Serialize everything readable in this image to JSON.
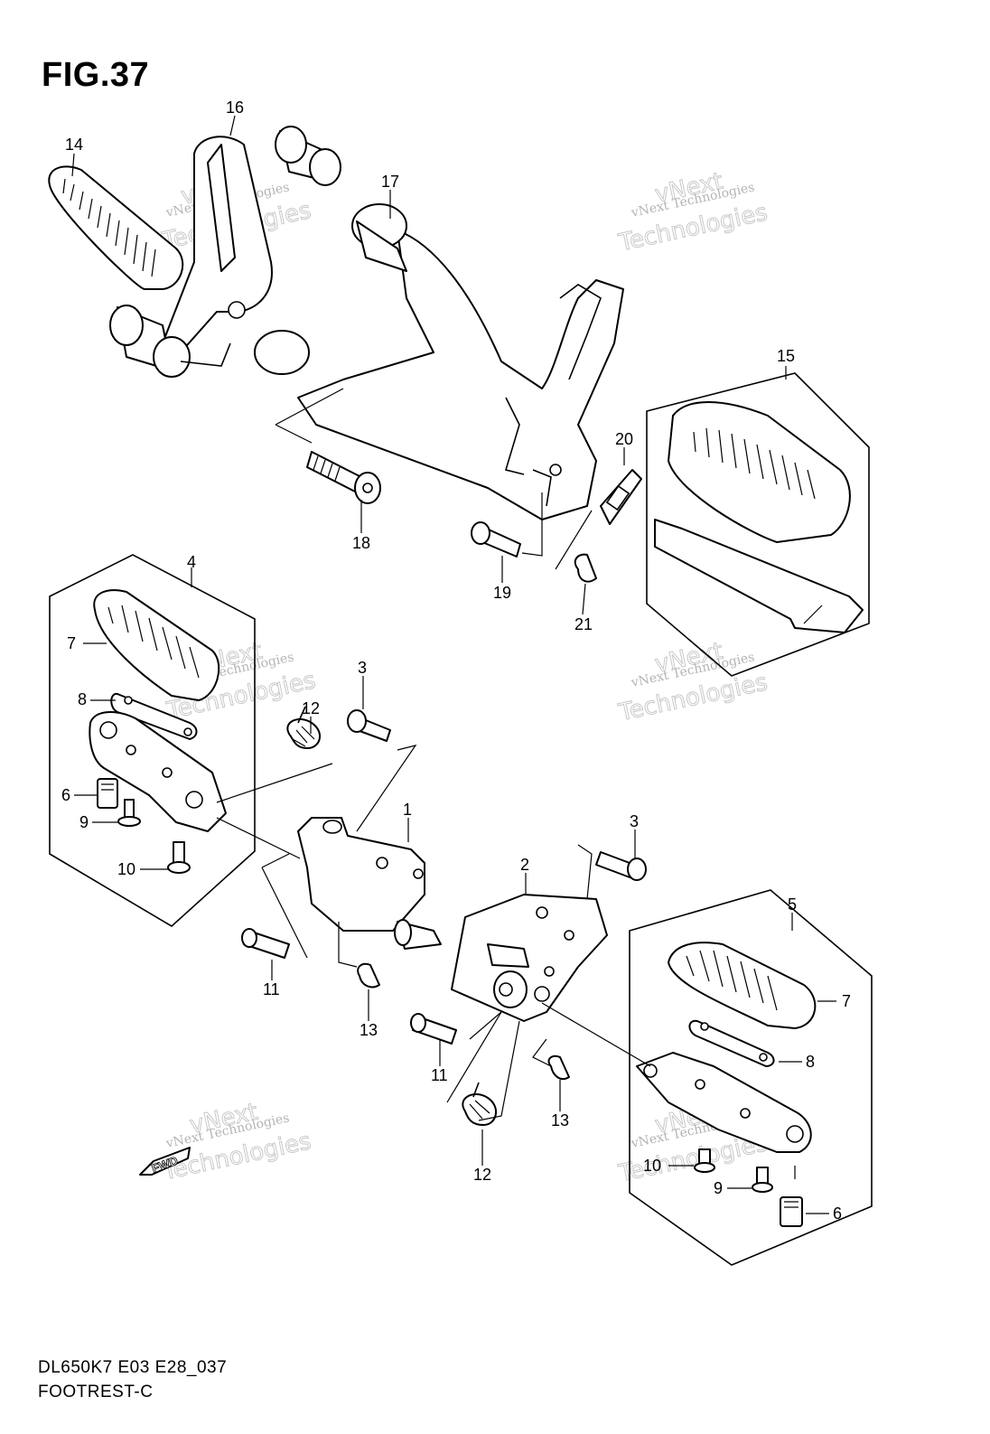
{
  "figure": {
    "title": "FIG.37",
    "model_code": "DL650K7 E03 E28_037",
    "name": "FOOTREST-C"
  },
  "callouts": [
    {
      "key": "c14",
      "text": "14"
    },
    {
      "key": "c16",
      "text": "16"
    },
    {
      "key": "c17",
      "text": "17"
    },
    {
      "key": "c15",
      "text": "15"
    },
    {
      "key": "c20",
      "text": "20"
    },
    {
      "key": "c18",
      "text": "18"
    },
    {
      "key": "c19",
      "text": "19"
    },
    {
      "key": "c21",
      "text": "21"
    },
    {
      "key": "c4",
      "text": "4"
    },
    {
      "key": "c7a",
      "text": "7"
    },
    {
      "key": "c8a",
      "text": "8"
    },
    {
      "key": "c6a",
      "text": "6"
    },
    {
      "key": "c9a",
      "text": "9"
    },
    {
      "key": "c10a",
      "text": "10"
    },
    {
      "key": "c3a",
      "text": "3"
    },
    {
      "key": "c12a",
      "text": "12"
    },
    {
      "key": "c1",
      "text": "1"
    },
    {
      "key": "c3b",
      "text": "3"
    },
    {
      "key": "c2",
      "text": "2"
    },
    {
      "key": "c11a",
      "text": "11"
    },
    {
      "key": "c13a",
      "text": "13"
    },
    {
      "key": "c11b",
      "text": "11"
    },
    {
      "key": "c12b",
      "text": "12"
    },
    {
      "key": "c13b",
      "text": "13"
    },
    {
      "key": "c5",
      "text": "5"
    },
    {
      "key": "c7b",
      "text": "7"
    },
    {
      "key": "c8b",
      "text": "8"
    },
    {
      "key": "c10b",
      "text": "10"
    },
    {
      "key": "c9b",
      "text": "9"
    },
    {
      "key": "c6b",
      "text": "6"
    }
  ],
  "fwd_label": "FWD",
  "watermark": {
    "line1": "vNext Technologies",
    "big1": "vNext",
    "big2": "Technologies"
  }
}
